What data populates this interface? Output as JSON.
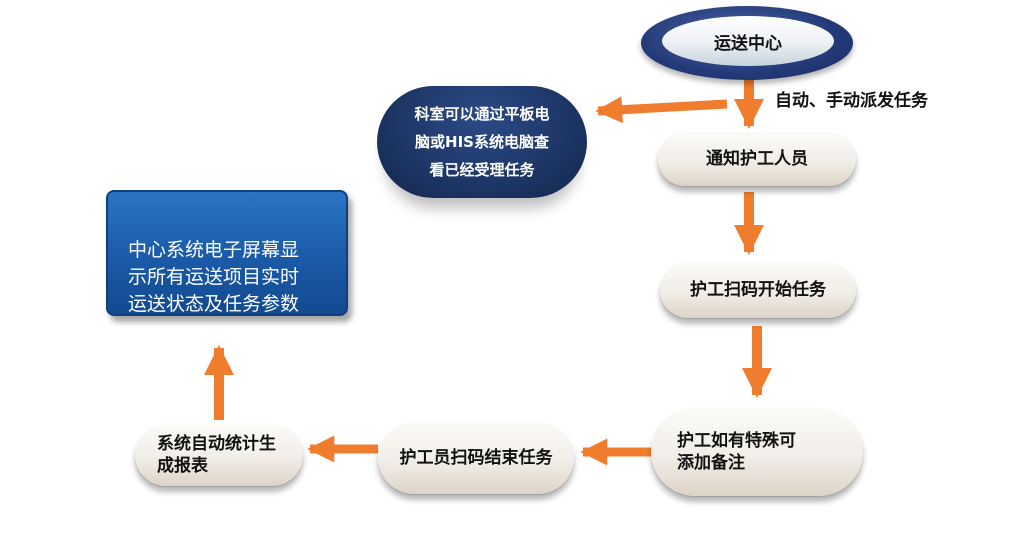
{
  "nodes": {
    "hub": "运送中心",
    "dispatch_label": "自动、手动派发任务",
    "notify": "通知护工人员",
    "dept_view": "科室可以通过平板电\n脑或HIS系统电脑查\n看已经受理任务",
    "scan_start": "护工扫码开始任务",
    "remark": "护工如有特殊可\n添加备注",
    "scan_end": "护工员扫码结束任务",
    "report": "系统自动统计生\n成报表",
    "screen": "中心系统电子屏幕显\n示所有运送项目实时\n运送状态及任务参数"
  },
  "colors": {
    "arrow": "#f07d2e",
    "hub_dark": "#243a78",
    "dept_fill": "#1b325f",
    "screen_fill": "#1a5aa8"
  }
}
